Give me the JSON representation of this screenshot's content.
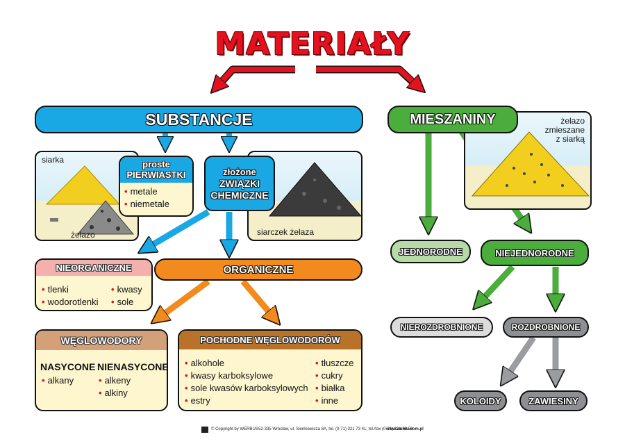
{
  "title": "MATERIAŁY",
  "substancje": {
    "label": "SUBSTANCJE",
    "proste_line1": "proste",
    "proste_line2": "PIERWIASTKI",
    "proste_items": [
      "metale",
      "niemetale"
    ],
    "zlozone_line1": "złożone",
    "zlozone_line2": "ZWIĄZKI",
    "zlozone_line3": "CHEMICZNE",
    "pic_label_siarka": "siarka",
    "pic_label_zelazo": "żelazo",
    "pic_label_siarczek": "siarczek żelaza"
  },
  "nieorganiczne": {
    "label": "NIEORGANICZNE",
    "items": [
      "tlenki",
      "wodorotlenki",
      "kwasy",
      "sole"
    ]
  },
  "organiczne": {
    "label": "ORGANICZNE"
  },
  "weglowodory": {
    "label": "WĘGLOWODORY",
    "nasycone": "NASYCONE",
    "nasycone_items": [
      "alkany"
    ],
    "nienasycone": "NIENASYCONE",
    "nienasycone_items": [
      "alkeny",
      "alkiny"
    ]
  },
  "pochodne": {
    "label": "POCHODNE WĘGLOWODORÓW",
    "items_left": [
      "alkohole",
      "kwasy karboksylowe",
      "sole kwasów karboksylowych",
      "estry"
    ],
    "items_right": [
      "tłuszcze",
      "cukry",
      "białka",
      "inne"
    ]
  },
  "mieszaniny": {
    "label": "MIESZANINY",
    "pic_label": [
      "żelazo",
      "zmieszane",
      "z siarką"
    ],
    "jednorodne": "JEDNORODNE",
    "niejednorodne": "NIEJEDNORODNE",
    "nierozdrobnione": "NIEROZDROBNIONE",
    "rozdrobnione": "ROZDROBNIONE",
    "koloidy": "KOLOIDY",
    "zawiesiny": "ZAWIESINY"
  },
  "footer": {
    "copyright": "© Copyright by WERBUS",
    "address": "52-335 Wrocław, ul. Sienkiewicza 8A, tel. (0-71) 321 73 41, tel./fax (0-71) 321 88 58",
    "web": "www.wereu.com.pl"
  },
  "colors": {
    "title_red": "#e4121f",
    "blue": "#1aa8e4",
    "green": "#4aad3c",
    "orange": "#f28a1e",
    "brown": "#b9722a",
    "grey": "#8d8f92"
  }
}
